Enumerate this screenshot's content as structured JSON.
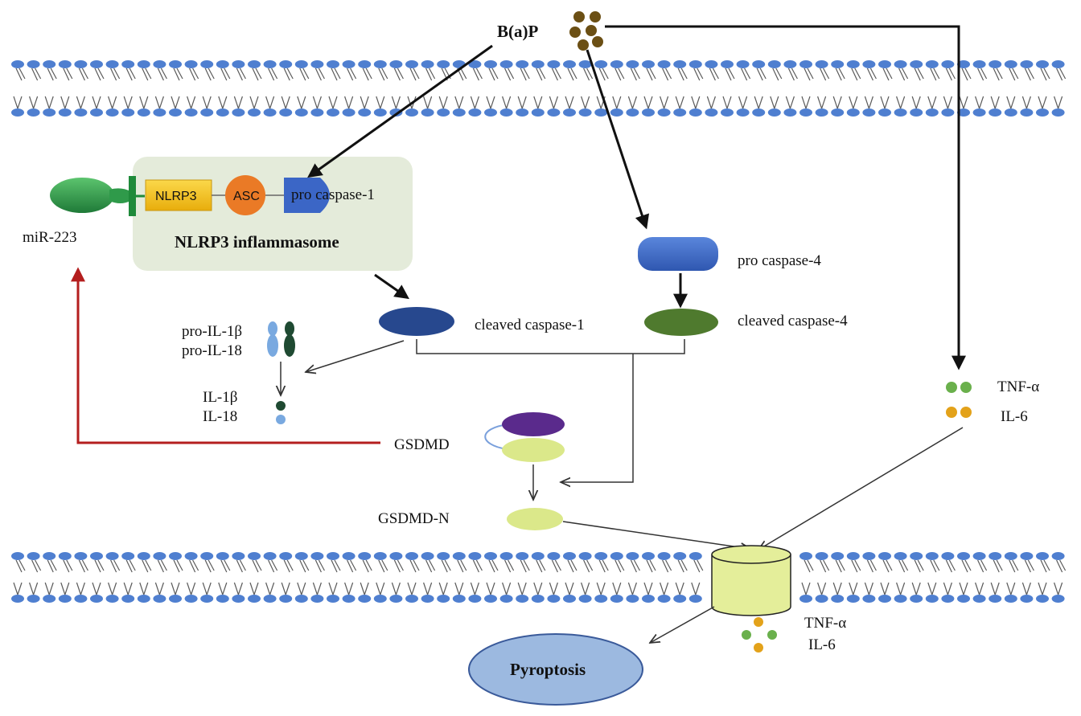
{
  "labels": {
    "bap": "B(a)P",
    "nlrp3": "NLRP3",
    "asc": "ASC",
    "pro_caspase_1": "pro caspase-1",
    "inflammasome": "NLRP3 inflammasome",
    "mir223": "miR-223",
    "pro_caspase_4": "pro caspase-4",
    "cleaved_caspase_1": "cleaved  caspase-1",
    "cleaved_caspase_4": "cleaved  caspase-4",
    "pro_il1b": "pro-IL-1β",
    "pro_il18": "pro-IL-18",
    "il1b": "IL-1β",
    "il18": "IL-18",
    "gsdmd": "GSDMD",
    "gsdmd_n": "GSDMD-N",
    "tnf_top": "TNF-α",
    "il6_top": "IL-6",
    "tnf_bottom": "TNF-α",
    "il6_bottom": "IL-6",
    "pyroptosis": "Pyroptosis"
  },
  "colors": {
    "membrane": "#4f7fd0",
    "membrane_tail": "#5a5a5a",
    "bap_particle": "#6b4f14",
    "nlrp3_box": "#f4c21a",
    "asc": "#ea7a26",
    "pro_caspase_1": "#3b66c6",
    "inflammasome_bg": "#e4ebda",
    "mir223": "#2f9a4a",
    "inhibit_bar": "#1f8a3a",
    "pro_caspase_4": "#3b66c6",
    "cleaved_caspase_1": "#27488e",
    "cleaved_caspase_4": "#4f7a2e",
    "pro_il1b": "#79a9e0",
    "pro_il18": "#1f4a32",
    "gsdmd_top": "#5a2a8c",
    "gsdmd_bottom": "#dbe88a",
    "gsdmd_n": "#dbe88a",
    "pore": "#e4ee9a",
    "tnf_dot": "#6ab04c",
    "il6_dot": "#e3a21a",
    "pyroptosis": "#9cb9e0",
    "red_arrow": "#b41e1e"
  }
}
